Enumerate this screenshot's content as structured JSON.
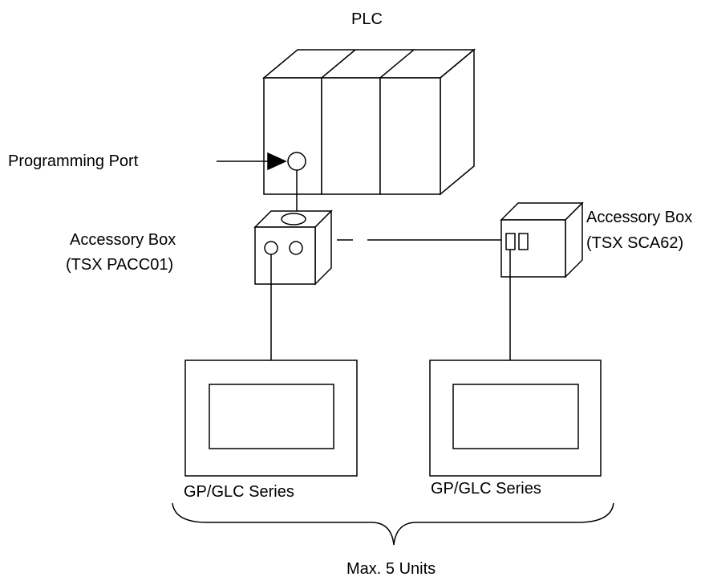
{
  "labels": {
    "plc": "PLC",
    "programming_port": "Programming Port",
    "accessory_box_left_title": "Accessory Box",
    "accessory_box_left_model": "(TSX PACC01)",
    "accessory_box_right_title": "Accessory Box",
    "accessory_box_right_model": "(TSX SCA62)",
    "panel_left": "GP/GLC Series",
    "panel_right": "GP/GLC Series",
    "max_units": "Max. 5 Units"
  }
}
